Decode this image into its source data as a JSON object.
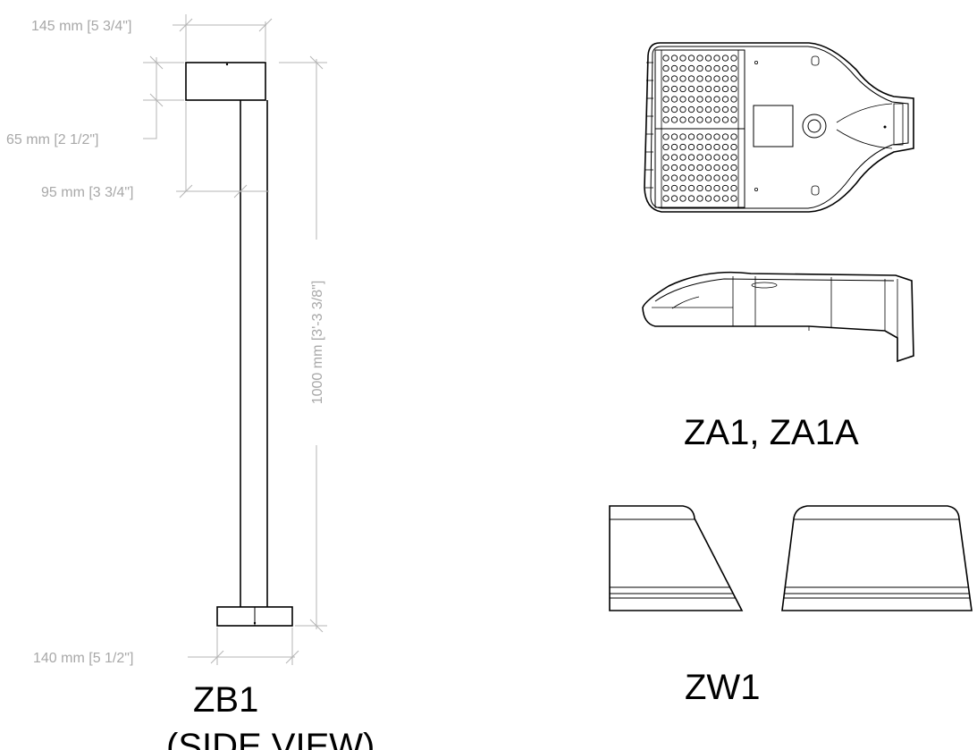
{
  "dimensions": {
    "head_width": "145 mm [5 3/4\"]",
    "head_height": "65 mm [2 1/2\"]",
    "pole_width": "95 mm [3 3/4\"]",
    "total_height": "1000 mm [3'-3 3/8\"]",
    "base_width": "140 mm [5 1/2\"]"
  },
  "labels": {
    "zb1": "ZB1",
    "zb1_view": "(SIDE VIEW)",
    "za1": "ZA1, ZA1A",
    "zw1": "ZW1"
  },
  "colors": {
    "dimension": "#a8a8a8",
    "outline": "#000000"
  }
}
